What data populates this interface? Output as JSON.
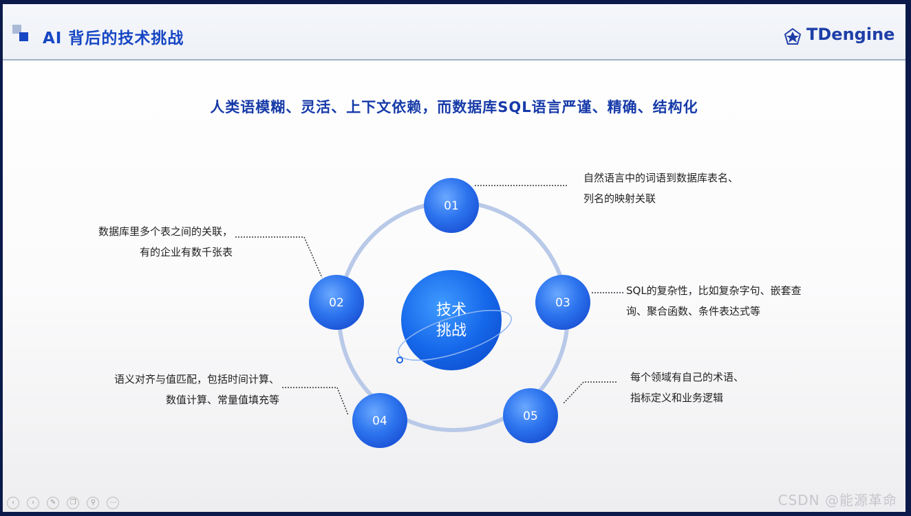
{
  "header": {
    "title": "AI 背后的技术挑战",
    "logo_text": "TDengine"
  },
  "subtitle": "人类语模糊、灵活、上下文依赖，而数据库SQL语言严谨、精确、结构化",
  "center": {
    "line1": "技术",
    "line2": "挑战"
  },
  "nodes": [
    {
      "id": "01",
      "lines": [
        "自然语言中的词语到数据库表名、",
        "列名的映射关联"
      ]
    },
    {
      "id": "02",
      "lines": [
        "数据库里多个表之间的关联，",
        "有的企业有数千张表"
      ]
    },
    {
      "id": "03",
      "lines": [
        "SQL的复杂性，比如复杂字句、嵌套查",
        "询、聚合函数、条件表达式等"
      ]
    },
    {
      "id": "04",
      "lines": [
        "语义对齐与值匹配，包括时间计算、",
        "数值计算、常量值填充等"
      ]
    },
    {
      "id": "05",
      "lines": [
        "每个领域有自己的术语、",
        "指标定义和业务逻辑"
      ]
    }
  ],
  "watermark": "CSDN @能源革命",
  "colors": {
    "title_blue": "#1746c4",
    "node_blue": "#1e63e6",
    "ring": "#b9c9e8"
  },
  "icons": {
    "logo": "star-polygon-icon",
    "toolbar": [
      "prev-icon",
      "next-icon",
      "pen-icon",
      "copy-icon",
      "zoom-icon",
      "more-icon"
    ]
  }
}
